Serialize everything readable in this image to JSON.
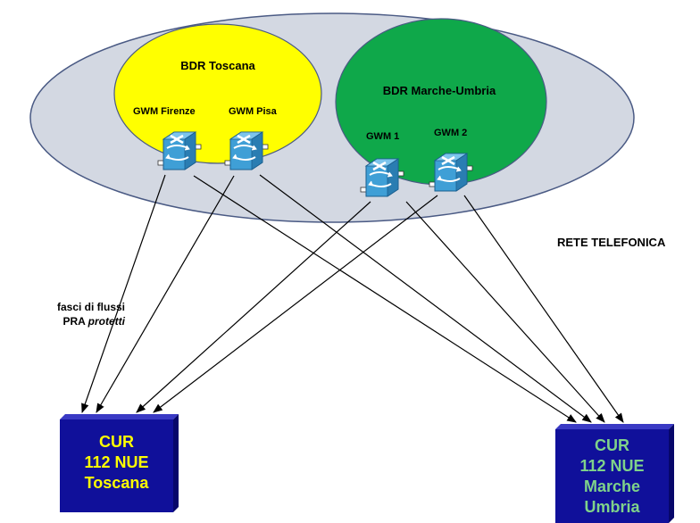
{
  "network_label": "RETE TELEFONICA",
  "bdr_toscana": {
    "title": "BDR Toscana",
    "gateways": [
      "GWM Firenze",
      "GWM Pisa"
    ]
  },
  "bdr_marche_umbria": {
    "title": "BDR Marche-Umbria",
    "gateways": [
      "GWM 1",
      "GWM 2"
    ]
  },
  "flows_label": {
    "line1": "fasci di flussi",
    "line2_prefix": "PRA ",
    "line2_italic": "protetti"
  },
  "cur_toscana": {
    "lines": [
      "CUR",
      "112 NUE",
      "Toscana"
    ]
  },
  "cur_marche_umbria": {
    "lines": [
      "CUR",
      "112 NUE",
      "Marche",
      "Umbria"
    ]
  },
  "colors": {
    "outer_ellipse": "#d3d8e2",
    "toscana_region": "#ffff00",
    "marche_region": "#0fa84a",
    "cur_box": "#10109a",
    "cur_toscana_text": "#ffff00",
    "cur_marche_text": "#7fd28a",
    "router": "#3f9fd6"
  },
  "icons": [
    "router-icon"
  ]
}
